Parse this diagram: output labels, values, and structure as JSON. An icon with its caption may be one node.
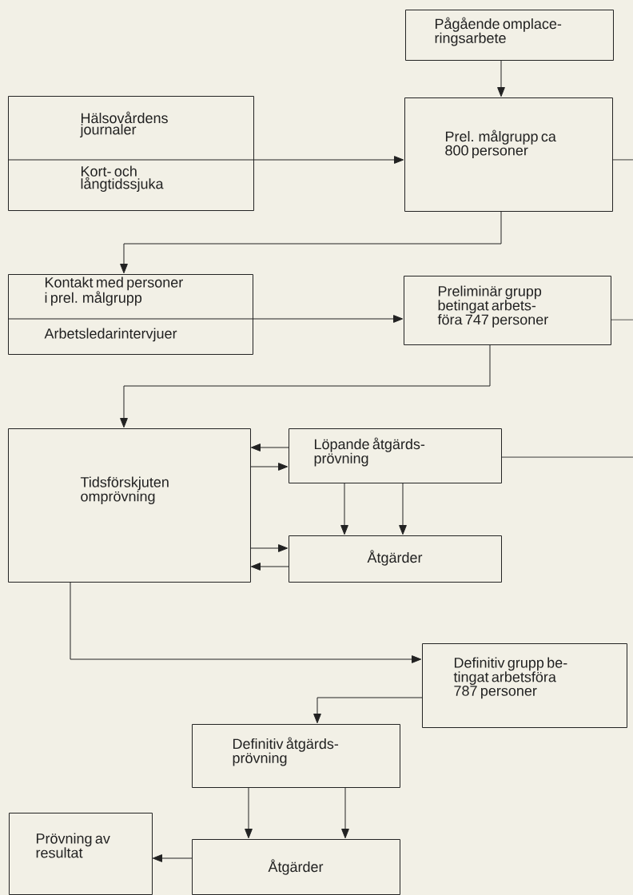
{
  "diagram": {
    "nodes": [
      {
        "text": [
          "Pågående omplace- ringsarbete"
        ]
      },
      {
        "text": [
          "Hälsovårdens journaler",
          "Kort- och långtidssjuka"
        ]
      },
      {
        "text": [
          "Prel. målgrupp ca 800 personer"
        ]
      },
      {
        "text": [
          "Kontakt med personer i prel. målgrupp",
          "Arbetsledarintervjuer"
        ]
      },
      {
        "text": [
          "Preliminär grupp betingat arbets- föra 747 personer"
        ]
      },
      {
        "text": [
          "Tidsförskjuten omprövning"
        ]
      },
      {
        "text": [
          "Löpande åtgärds- prövning"
        ]
      },
      {
        "text": [
          "Åtgärder"
        ]
      },
      {
        "text": [
          "Definitiv grupp be- tingat arbetsföra 787 personer"
        ]
      },
      {
        "text": [
          "Definitiv åtgärds- prövning"
        ]
      },
      {
        "text": [
          "Prövning av resultat"
        ]
      },
      {
        "text": [
          "Åtgärder"
        ]
      }
    ],
    "edges": [
      {
        "from": 0,
        "to": 2,
        "arrow": "to"
      },
      {
        "from": 1,
        "to": 2,
        "arrow": "to"
      },
      {
        "from": 2,
        "to": null,
        "arrow": "none"
      },
      {
        "from": 2,
        "to": 3,
        "arrow": "to"
      },
      {
        "from": 3,
        "to": 4,
        "arrow": "to"
      },
      {
        "from": 4,
        "to": null,
        "arrow": "none"
      },
      {
        "from": 4,
        "to": 5,
        "arrow": "to"
      },
      {
        "from": 6,
        "to": 5,
        "arrow": "to"
      },
      {
        "from": 5,
        "to": 6,
        "arrow": "to"
      },
      {
        "from": 6,
        "to": null,
        "arrow": "none"
      },
      {
        "from": 6,
        "to": 7,
        "arrow": "to"
      },
      {
        "from": 6,
        "to": 7,
        "arrow": "to"
      },
      {
        "from": 5,
        "to": 7,
        "arrow": "to"
      },
      {
        "from": 7,
        "to": 5,
        "arrow": "to"
      },
      {
        "from": 5,
        "to": 8,
        "arrow": "to"
      },
      {
        "from": 8,
        "to": 9,
        "arrow": "to"
      },
      {
        "from": 9,
        "to": 11,
        "arrow": "to"
      },
      {
        "from": 9,
        "to": 11,
        "arrow": "to"
      },
      {
        "from": 11,
        "to": 10,
        "arrow": "to"
      }
    ]
  }
}
